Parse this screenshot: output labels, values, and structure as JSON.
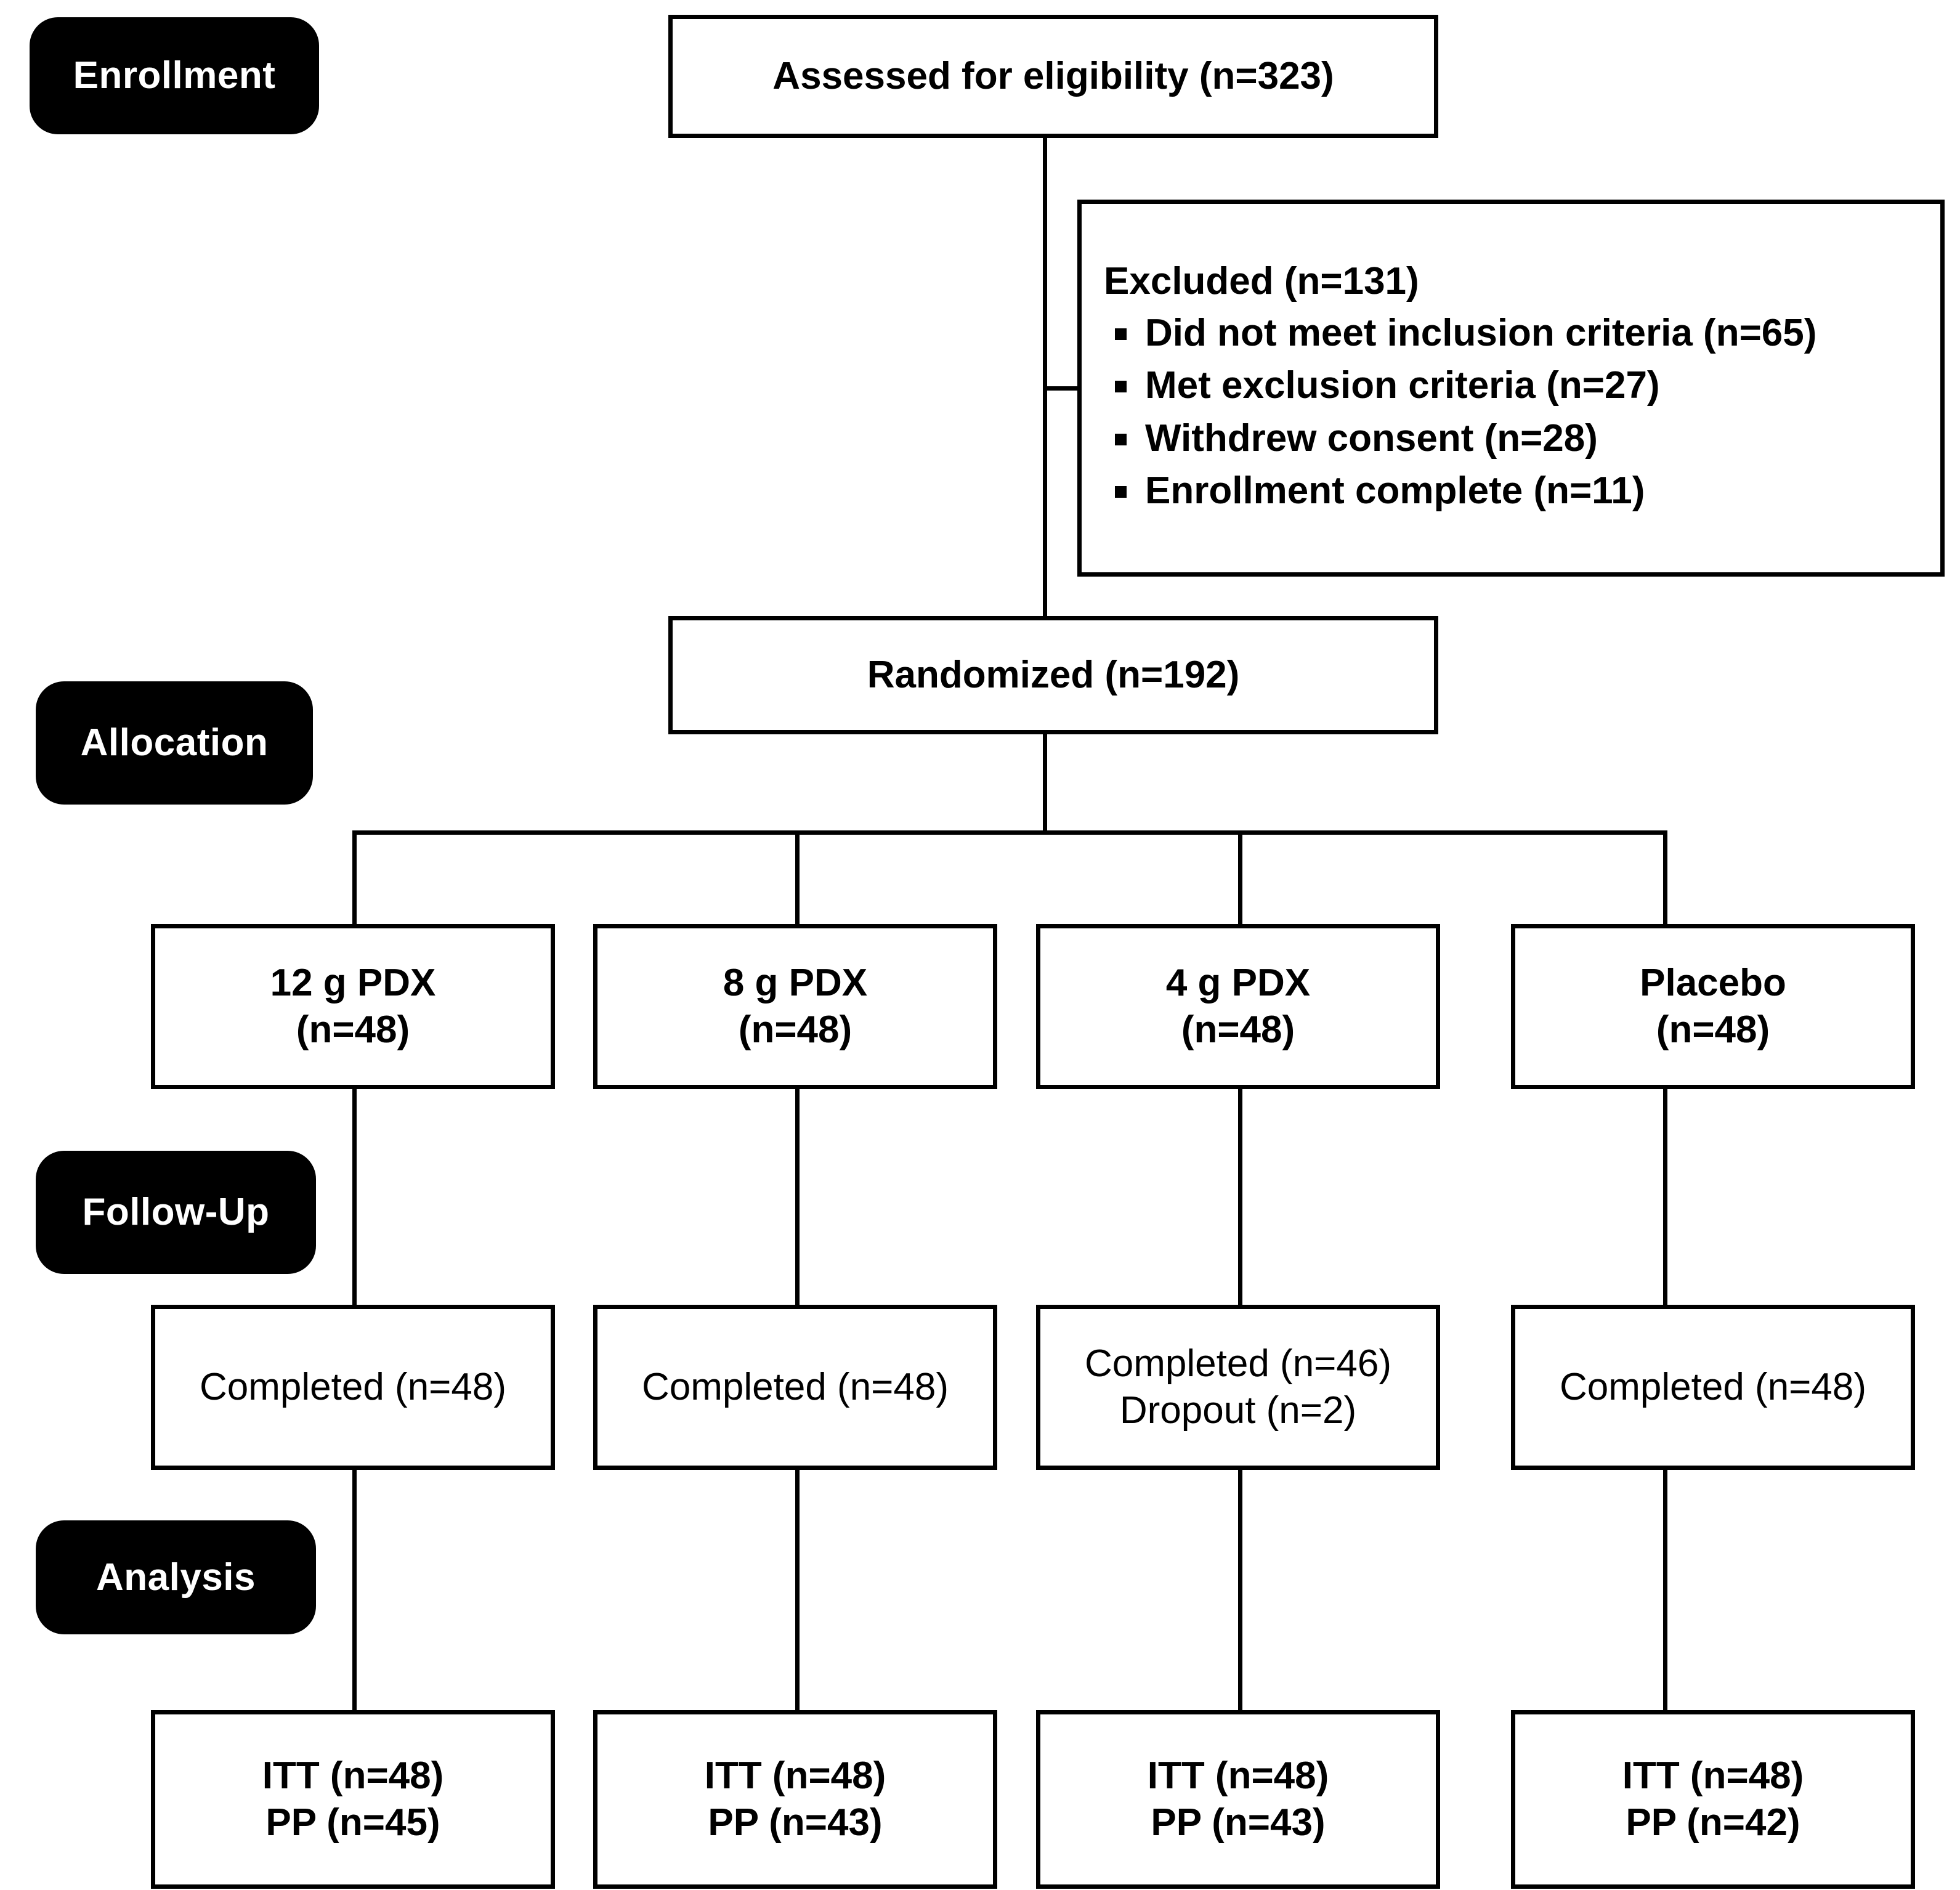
{
  "diagram": {
    "title": "CONSORT participant flow diagram",
    "line_color": "#000000",
    "box_fill": "#ffffff",
    "badge_fill": "#000000",
    "badge_text_color": "#ffffff"
  },
  "stages": [
    {
      "key": "enrollment",
      "label": "Enrollment"
    },
    {
      "key": "allocation",
      "label": "Allocation"
    },
    {
      "key": "followup",
      "label": "Follow-Up"
    },
    {
      "key": "analysis",
      "label": "Analysis"
    }
  ],
  "enrollment": {
    "assessed": "Assessed for eligibility (n=323)",
    "excluded": {
      "title": "Excluded (n=131)",
      "reasons": [
        "Did not meet inclusion criteria (n=65)",
        "Met exclusion criteria (n=27)",
        "Withdrew consent (n=28)",
        "Enrollment complete (n=11)"
      ]
    },
    "randomized": "Randomized (n=192)"
  },
  "allocation": {
    "groups": [
      {
        "name": "12 g PDX",
        "n": "(n=48)"
      },
      {
        "name": "8 g PDX",
        "n": "(n=48)"
      },
      {
        "name": "4 g PDX",
        "n": "(n=48)"
      },
      {
        "name": "Placebo",
        "n": "(n=48)"
      }
    ]
  },
  "followup": {
    "groups": [
      {
        "completed": "Completed (n=48)",
        "dropout": ""
      },
      {
        "completed": "Completed (n=48)",
        "dropout": ""
      },
      {
        "completed": "Completed (n=46)",
        "dropout": "Dropout (n=2)"
      },
      {
        "completed": "Completed (n=48)",
        "dropout": ""
      }
    ]
  },
  "analysis": {
    "groups": [
      {
        "itt": "ITT (n=48)",
        "pp": "PP (n=45)"
      },
      {
        "itt": "ITT (n=48)",
        "pp": "PP (n=43)"
      },
      {
        "itt": "ITT (n=48)",
        "pp": "PP (n=43)"
      },
      {
        "itt": "ITT (n=48)",
        "pp": "PP (n=42)"
      }
    ]
  },
  "chart_data": {
    "type": "flowchart",
    "title": "CONSORT flow diagram",
    "nodes": [
      {
        "id": "assessed",
        "stage": "Enrollment",
        "text": "Assessed for eligibility (n=323)",
        "n": 323
      },
      {
        "id": "excluded",
        "stage": "Enrollment",
        "text": "Excluded (n=131)",
        "n": 131,
        "children": [
          {
            "text": "Did not meet inclusion criteria (n=65)",
            "n": 65
          },
          {
            "text": "Met exclusion criteria (n=27)",
            "n": 27
          },
          {
            "text": "Withdrew consent (n=28)",
            "n": 28
          },
          {
            "text": "Enrollment complete (n=11)",
            "n": 11
          }
        ]
      },
      {
        "id": "randomized",
        "stage": "Enrollment",
        "text": "Randomized (n=192)",
        "n": 192
      },
      {
        "id": "alloc_1",
        "stage": "Allocation",
        "text": "12 g PDX (n=48)",
        "n": 48
      },
      {
        "id": "alloc_2",
        "stage": "Allocation",
        "text": "8 g PDX (n=48)",
        "n": 48
      },
      {
        "id": "alloc_3",
        "stage": "Allocation",
        "text": "4 g PDX (n=48)",
        "n": 48
      },
      {
        "id": "alloc_4",
        "stage": "Allocation",
        "text": "Placebo (n=48)",
        "n": 48
      },
      {
        "id": "follow_1",
        "stage": "Follow-Up",
        "text": "Completed (n=48)",
        "n": 48
      },
      {
        "id": "follow_2",
        "stage": "Follow-Up",
        "text": "Completed (n=48)",
        "n": 48
      },
      {
        "id": "follow_3",
        "stage": "Follow-Up",
        "text": "Completed (n=46) / Dropout (n=2)",
        "n": 46,
        "dropout": 2
      },
      {
        "id": "follow_4",
        "stage": "Follow-Up",
        "text": "Completed (n=48)",
        "n": 48
      },
      {
        "id": "analysis_1",
        "stage": "Analysis",
        "text": "ITT (n=48) / PP (n=45)",
        "itt": 48,
        "pp": 45
      },
      {
        "id": "analysis_2",
        "stage": "Analysis",
        "text": "ITT (n=48) / PP (n=43)",
        "itt": 48,
        "pp": 43
      },
      {
        "id": "analysis_3",
        "stage": "Analysis",
        "text": "ITT (n=48) / PP (n=43)",
        "itt": 48,
        "pp": 43
      },
      {
        "id": "analysis_4",
        "stage": "Analysis",
        "text": "ITT (n=48) / PP (n=42)",
        "itt": 48,
        "pp": 42
      }
    ],
    "edges": [
      [
        "assessed",
        "excluded"
      ],
      [
        "assessed",
        "randomized"
      ],
      [
        "randomized",
        "alloc_1"
      ],
      [
        "randomized",
        "alloc_2"
      ],
      [
        "randomized",
        "alloc_3"
      ],
      [
        "randomized",
        "alloc_4"
      ],
      [
        "alloc_1",
        "follow_1"
      ],
      [
        "alloc_2",
        "follow_2"
      ],
      [
        "alloc_3",
        "follow_3"
      ],
      [
        "alloc_4",
        "follow_4"
      ],
      [
        "follow_1",
        "analysis_1"
      ],
      [
        "follow_2",
        "analysis_2"
      ],
      [
        "follow_3",
        "analysis_3"
      ],
      [
        "follow_4",
        "analysis_4"
      ]
    ]
  }
}
